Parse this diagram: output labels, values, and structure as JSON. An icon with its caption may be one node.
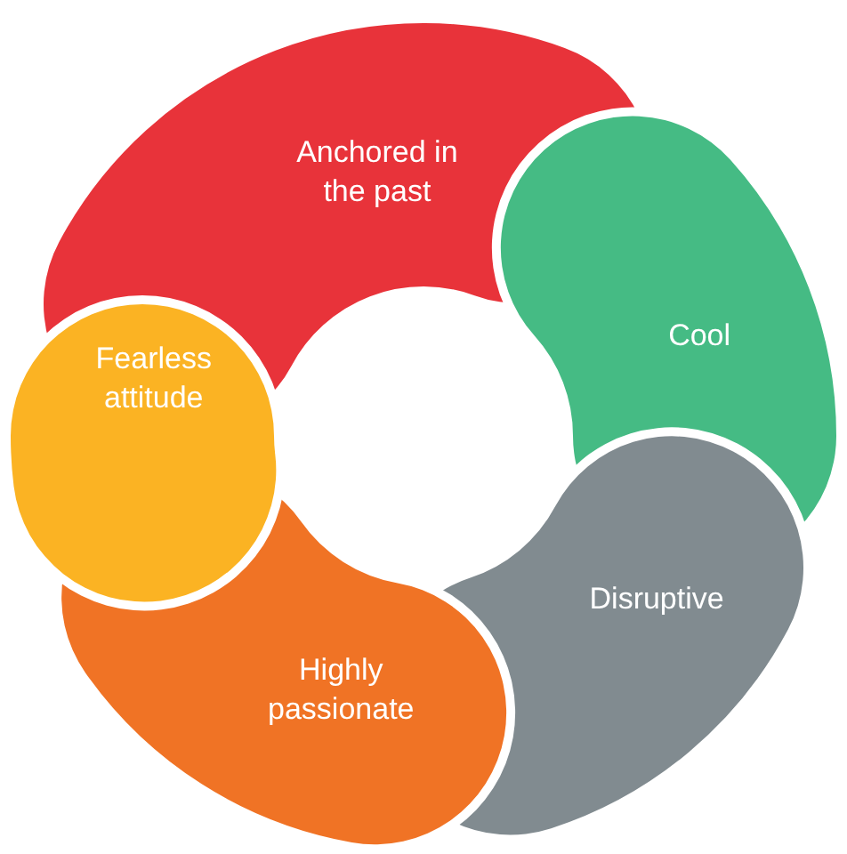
{
  "diagram": {
    "nodes": [
      {
        "text": [
          "Anchored in the past"
        ]
      },
      {
        "text": [
          "Cool"
        ]
      },
      {
        "text": [
          "Disruptive"
        ]
      },
      {
        "text": [
          "Highly passionate"
        ]
      },
      {
        "text": [
          "Fearless attitude"
        ]
      }
    ]
  }
}
